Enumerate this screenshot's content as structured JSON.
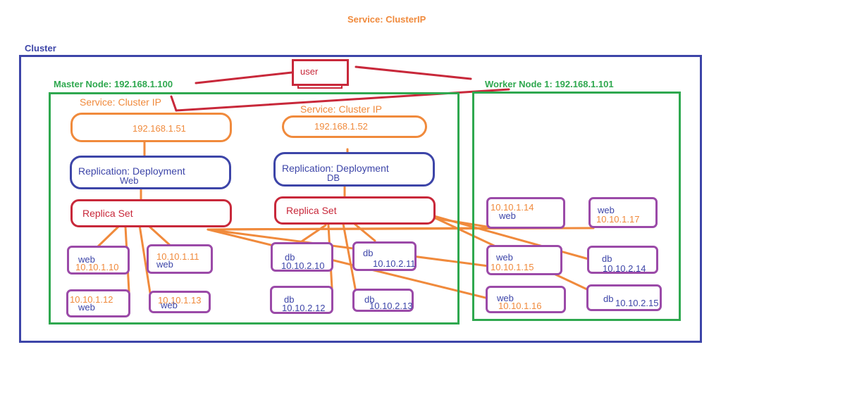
{
  "colors": {
    "cluster": "#3d45a8",
    "node": "#2fa84f",
    "service": "#f08a3c",
    "replication": "#3d45a8",
    "replicaset": "#c8283a",
    "pod": "#9b4aa8",
    "user": "#c8283a"
  },
  "title": "Service: ClusterIP",
  "cluster_label": "Cluster",
  "user_label": "user",
  "master": {
    "label": "Master Node: 192.168.1.100",
    "services": [
      {
        "label": "Service: Cluster IP",
        "ip": "192.168.1.51"
      },
      {
        "label": "Service: Cluster IP",
        "ip": "192.168.1.52"
      }
    ],
    "deployments": [
      {
        "line1": "Replication: Deployment",
        "line2": "Web"
      },
      {
        "line1": "Replication: Deployment",
        "line2": "DB"
      }
    ],
    "replicasets": [
      {
        "label": "Replica Set"
      },
      {
        "label": "Replica Set"
      }
    ],
    "pods": [
      {
        "name": "web",
        "ip": "10.10.1.10"
      },
      {
        "name": "web",
        "ip": "10.10.1.11"
      },
      {
        "name": "web",
        "ip": "10.10.1.12"
      },
      {
        "name": "web",
        "ip": "10.10.1.13"
      },
      {
        "name": "db",
        "ip": "10.10.2.10"
      },
      {
        "name": "db",
        "ip": "10.10.2.11"
      },
      {
        "name": "db",
        "ip": "10.10.2.12"
      },
      {
        "name": "db",
        "ip": "10.10.2.13"
      }
    ]
  },
  "worker": {
    "label": "Worker Node 1: 192.168.1.101",
    "pods": [
      {
        "name": "web",
        "ip": "10.10.1.14"
      },
      {
        "name": "web",
        "ip": "10.10.1.17"
      },
      {
        "name": "web",
        "ip": "10.10.1.15"
      },
      {
        "name": "db",
        "ip": "10.10.2.14"
      },
      {
        "name": "web",
        "ip": "10.10.1.16"
      },
      {
        "name": "db",
        "ip": "10.10.2.15"
      }
    ]
  }
}
